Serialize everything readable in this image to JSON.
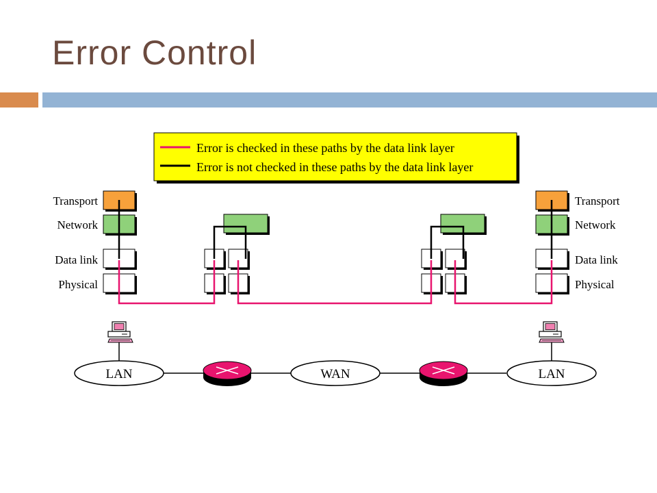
{
  "title": "Error Control",
  "legend": {
    "checked": "Error is checked in these paths by the data link layer",
    "not_checked": "Error is not checked in these paths by the data link layer"
  },
  "layers": {
    "transport": "Transport",
    "network": "Network",
    "datalink": "Data link",
    "physical": "Physical"
  },
  "networks": {
    "lan_left": "LAN",
    "wan": "WAN",
    "lan_right": "LAN"
  },
  "colors": {
    "checked_path": "#e8146e",
    "unchecked_path": "#000000",
    "legend_bg": "#ffff00",
    "transport_fill": "#f7a13b",
    "network_fill": "#8fd17a",
    "router_fill": "#e8146e",
    "accent_orange": "#d98b4e",
    "accent_blue": "#93b3d4"
  },
  "icons": [
    "computer-icon",
    "router-icon"
  ]
}
